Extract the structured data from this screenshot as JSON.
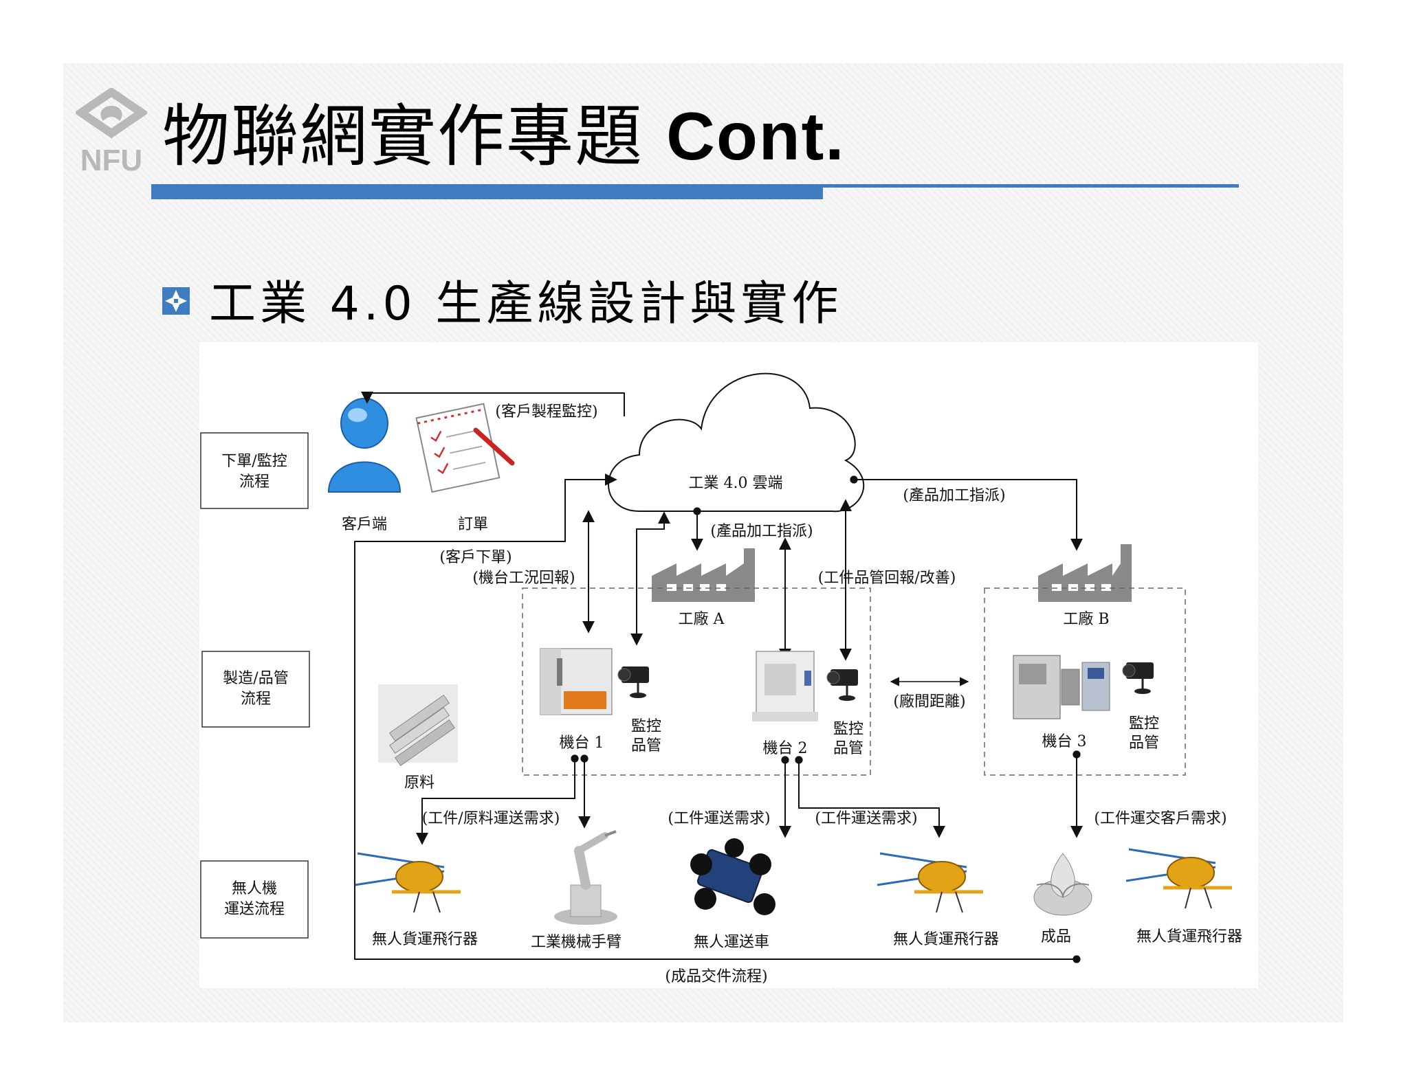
{
  "header": {
    "logo_text": "NFU",
    "title_cjk": "物聯網實作專題",
    "title_latin": "Cont."
  },
  "bullet": {
    "text": "工業 4.0 生產線設計與實作"
  },
  "diagram": {
    "side_boxes": [
      {
        "lines": [
          "下單/監控",
          "流程"
        ]
      },
      {
        "lines": [
          "製造/品管",
          "流程"
        ]
      },
      {
        "lines": [
          "無人機",
          "運送流程"
        ]
      }
    ],
    "cloud_label": "工業 4.0 雲端",
    "labels": {
      "client": "客戶端",
      "order": "訂單",
      "factory_a": "工廠 A",
      "factory_b": "工廠 B",
      "machine_1": "機台 1",
      "machine_2": "機台 2",
      "machine_3": "機台 3",
      "monitor_1": [
        "監控",
        "品管"
      ],
      "monitor_2": [
        "監控",
        "品管"
      ],
      "monitor_3": [
        "監控",
        "品管"
      ],
      "raw_material": "原料",
      "drone_1": "無人貨運飛行器",
      "robot_arm": "工業機械手臂",
      "rover": "無人運送車",
      "drone_2": "無人貨運飛行器",
      "finished": "成品",
      "drone_3": "無人貨運飛行器"
    },
    "flow_labels": {
      "client_monitor": "(客戶製程監控)",
      "client_order": "(客戶下單)",
      "machine_report": "(機台工況回報)",
      "dispatch_a": "(產品加工指派)",
      "dispatch_b": "(產品加工指派)",
      "qc_report": "(工件品管回報/改善)",
      "factory_distance": "(廠間距離)",
      "transport_1": "(工件/原料運送需求)",
      "transport_2": "(工件運送需求)",
      "transport_3": "(工件運送需求)",
      "deliver_customer": "(工件運交客戶需求)",
      "delivery_flow": "(成品交件流程)"
    }
  },
  "colors": {
    "accent_blue": "#3f7dc0",
    "drone_yellow": "#e2a316",
    "person_blue": "#2f8ee0",
    "factory_gray": "#8a8a8a"
  }
}
